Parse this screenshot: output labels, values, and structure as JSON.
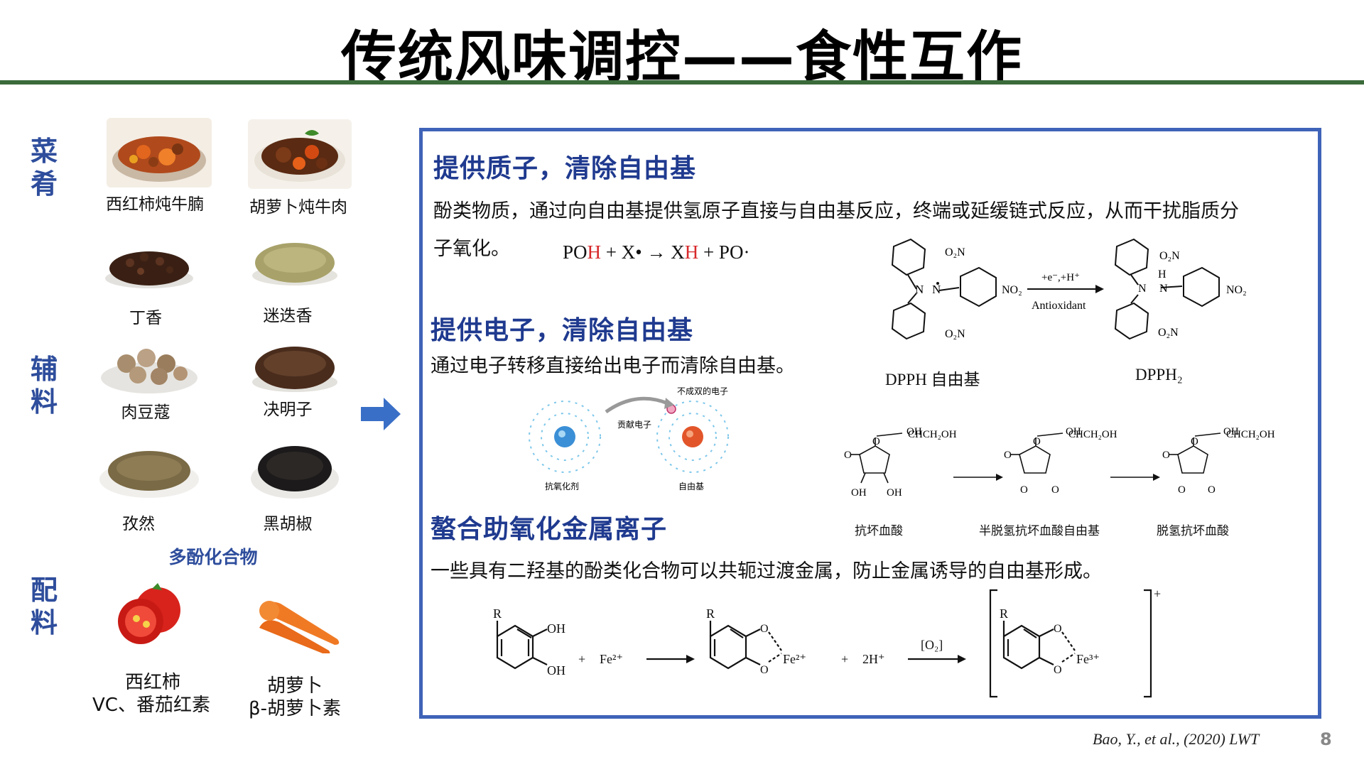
{
  "title": "传统风味调控——食性互作",
  "categories": {
    "dishes": "菜\n肴",
    "auxiliary": "辅\n料",
    "ingredients": "配\n料"
  },
  "dishes": [
    "西红柿炖牛腩",
    "胡萝卜炖牛肉"
  ],
  "auxiliary": [
    "丁香",
    "迷迭香",
    "肉豆蔻",
    "决明子",
    "孜然",
    "黑胡椒"
  ],
  "polyphenol_label": "多酚化合物",
  "ingredients": [
    {
      "name": "西红柿",
      "component": "VC、番茄红素"
    },
    {
      "name": "胡萝卜",
      "component": "β-胡萝卜素"
    }
  ],
  "section1": {
    "heading": "提供质子，清除自由基",
    "text_line1": "酚类物质，通过向自由基提供氢原子直接与自由基反应，终端或延缓链式反应，从而干扰脂质分",
    "text_line2": "子氧化。",
    "equation": {
      "a": "PO",
      "b": "H",
      "c": " + X• → X",
      "d": "H",
      "e": " + PO·"
    }
  },
  "dpph": {
    "label_left": "DPPH 自由基",
    "label_right": "DPPH₂",
    "reagent": "+e⁻,+H⁺",
    "agent": "Antioxidant",
    "groups": {
      "o2n": "O₂N",
      "no2": "NO₂",
      "h": "H",
      "n": "N"
    }
  },
  "section2": {
    "heading": "提供电子，清除自由基",
    "text": "通过电子转移直接给出电子而清除自由基。",
    "diagram": {
      "unpaired": "不成双的电子",
      "donate": "贡献电子",
      "antioxidant": "抗氧化剂",
      "radical": "自由基"
    }
  },
  "ascorbic": {
    "labels": [
      "抗坏血酸",
      "半脱氢抗坏血酸自由基",
      "脱氢抗坏血酸"
    ],
    "oh": "OH",
    "side": "CHCH₂OH",
    "o": "O"
  },
  "section3": {
    "heading": "螯合助氧化金属离子",
    "text": "一些具有二羟基的酚类化合物可以共轭过渡金属，防止金属诱导的自由基形成。",
    "reaction": {
      "r": "R",
      "oh": "OH",
      "plus": "+",
      "fe2": "Fe²⁺",
      "h2": "2H⁺",
      "o2": "[O₂]",
      "fe3": "Fe³⁺",
      "charge": "+"
    }
  },
  "citation": "Bao, Y., et al., (2020) LWT",
  "page_number": "8",
  "colors": {
    "heading_blue": "#1f3a8f",
    "category_blue": "#2e4d9c",
    "rule_green": "#3b6b3b",
    "box_border": "#3f63b8",
    "arrow_blue": "#3a6fc7",
    "highlight_red": "#d7282b"
  }
}
